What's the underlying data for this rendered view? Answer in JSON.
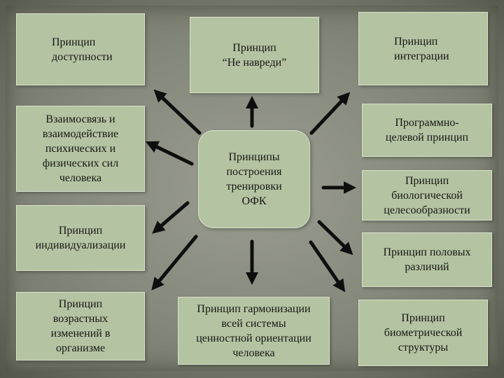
{
  "center": {
    "label": "Принципы\nпостроения\nтренировки\nОФК"
  },
  "principles": {
    "accessibility": "Принцип\nдоступности",
    "do_no_harm": "Принцип\n“Не навреди”",
    "integration": "Принцип\nинтеграции",
    "interconnection": "Взаимосвязь и\nвзаимодействие\nпсихических и\nфизических сил\nчеловека",
    "program_target": "Программно-\nцелевой принцип",
    "biological": "Принцип\nбиологической\nцелесообразности",
    "individualization": "Принцип\nиндивидуализации",
    "gender": "Принцип половых\nразличий",
    "age": "Принцип\nвозрастных\nизменений в\nорганизме",
    "harmonization": "Принцип гармонизации\nвсей системы\nценностной ориентации\nчеловека",
    "biometric": "Принцип\nбиометрической\nструктуры"
  },
  "colors": {
    "box_fill": "#b4c3a1",
    "background": "#7c8173",
    "arrow": "#0e0e0e"
  }
}
